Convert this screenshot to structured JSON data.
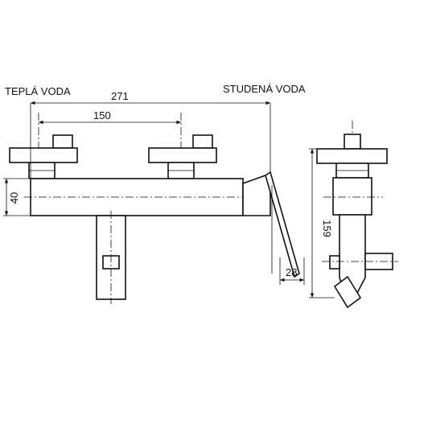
{
  "labels": {
    "warm_water": "TEPLÁ VODA",
    "cold_water": "STUDENÁ VODA"
  },
  "dimensions": {
    "overall_width": "271",
    "inlet_spacing": "150",
    "body_height": "40",
    "lever_offset": "28",
    "side_height": "159"
  }
}
